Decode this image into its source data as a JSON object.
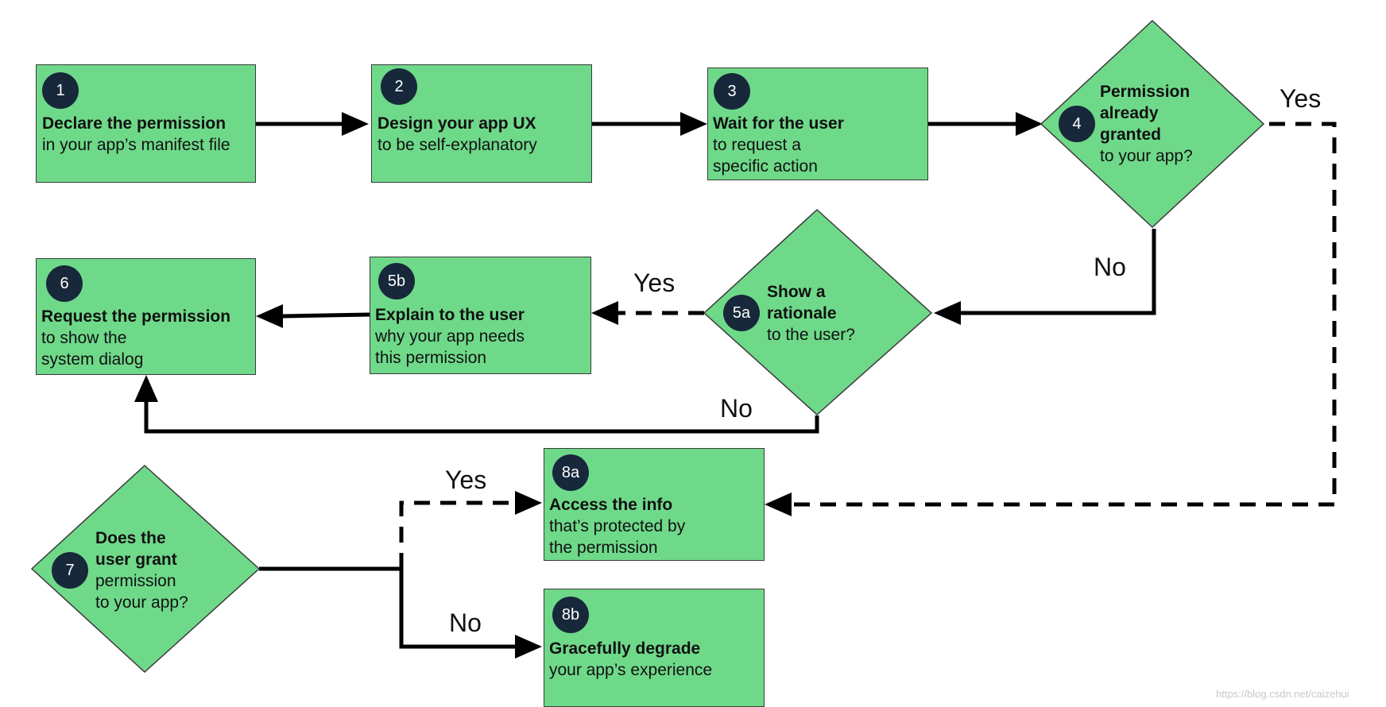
{
  "steps": {
    "s1": {
      "num": "1",
      "bold": "Declare the permission",
      "rest": [
        "in your app’s manifest file"
      ]
    },
    "s2": {
      "num": "2",
      "bold": "Design your app UX",
      "rest": [
        "to be self-explanatory"
      ]
    },
    "s3": {
      "num": "3",
      "bold": "Wait for the user",
      "rest": [
        "to request a",
        "specific action"
      ]
    },
    "s4": {
      "num": "4",
      "bold": [
        "Permission",
        "already",
        "granted"
      ],
      "rest": [
        "to your app?"
      ]
    },
    "s5a": {
      "num": "5a",
      "bold": [
        "Show a",
        "rationale"
      ],
      "rest": [
        "to the user?"
      ]
    },
    "s5b": {
      "num": "5b",
      "bold": "Explain to the user",
      "rest": [
        "why your app needs",
        "this permission"
      ]
    },
    "s6": {
      "num": "6",
      "bold": "Request the permission",
      "rest": [
        "to show the",
        "system dialog"
      ]
    },
    "s7": {
      "num": "7",
      "bold": [
        "Does the",
        "user grant"
      ],
      "rest": [
        "permission",
        "to your app?"
      ]
    },
    "s8a": {
      "num": "8a",
      "bold": "Access the info",
      "rest": [
        "that’s protected by",
        "the permission"
      ]
    },
    "s8b": {
      "num": "8b",
      "bold": "Gracefully degrade",
      "rest": [
        "your app’s experience"
      ]
    }
  },
  "labels": {
    "yes_4": "Yes",
    "no_4": "No",
    "yes_5a": "Yes",
    "no_5a": "No",
    "yes_7": "Yes",
    "no_7": "No"
  },
  "watermark": "https://blog.csdn.net/caizehui",
  "colors": {
    "box_fill": "#6fd98a",
    "badge": "#17283a",
    "line": "#000000"
  }
}
